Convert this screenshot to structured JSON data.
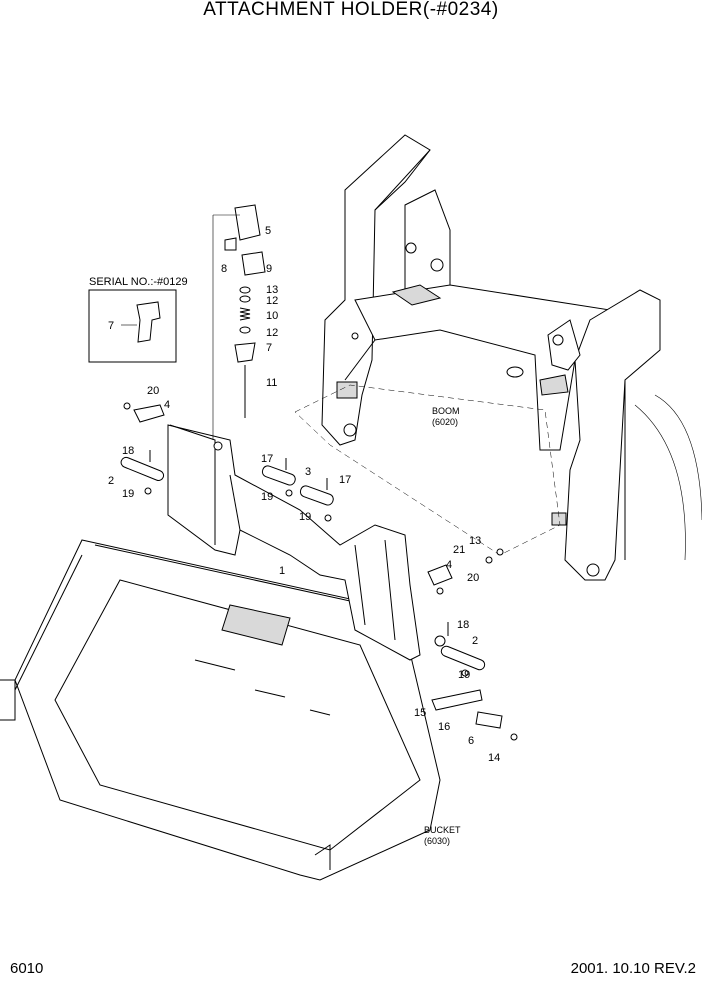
{
  "header": {
    "title": "ATTACHMENT HOLDER(-#0234)"
  },
  "footer": {
    "page_number": "6010",
    "date_rev": "2001. 10.10  REV.2"
  },
  "inset": {
    "serial_label": "SERIAL NO.:-#0129",
    "part_label": "7"
  },
  "assemblies": {
    "boom": {
      "name": "BOOM",
      "ref": "(6020)"
    },
    "bucket": {
      "name": "BUCKET",
      "ref": "(6030)"
    }
  },
  "callouts": {
    "c5": "5",
    "c8": "8",
    "c9": "9",
    "c13a": "13",
    "c12a": "12",
    "c10": "10",
    "c12b": "12",
    "c7": "7",
    "c11": "11",
    "c20a": "20",
    "c4a": "4",
    "c18a": "18",
    "c2a": "2",
    "c19a": "19",
    "c17a": "17",
    "c3": "3",
    "c19b": "19",
    "c17b": "17",
    "c19c": "19",
    "c1": "1",
    "c13b": "13",
    "c21": "21",
    "c4b": "4",
    "c20b": "20",
    "c18b": "18",
    "c2b": "2",
    "c19d": "19",
    "c15": "15",
    "c16": "16",
    "c6": "6",
    "c14": "14"
  }
}
